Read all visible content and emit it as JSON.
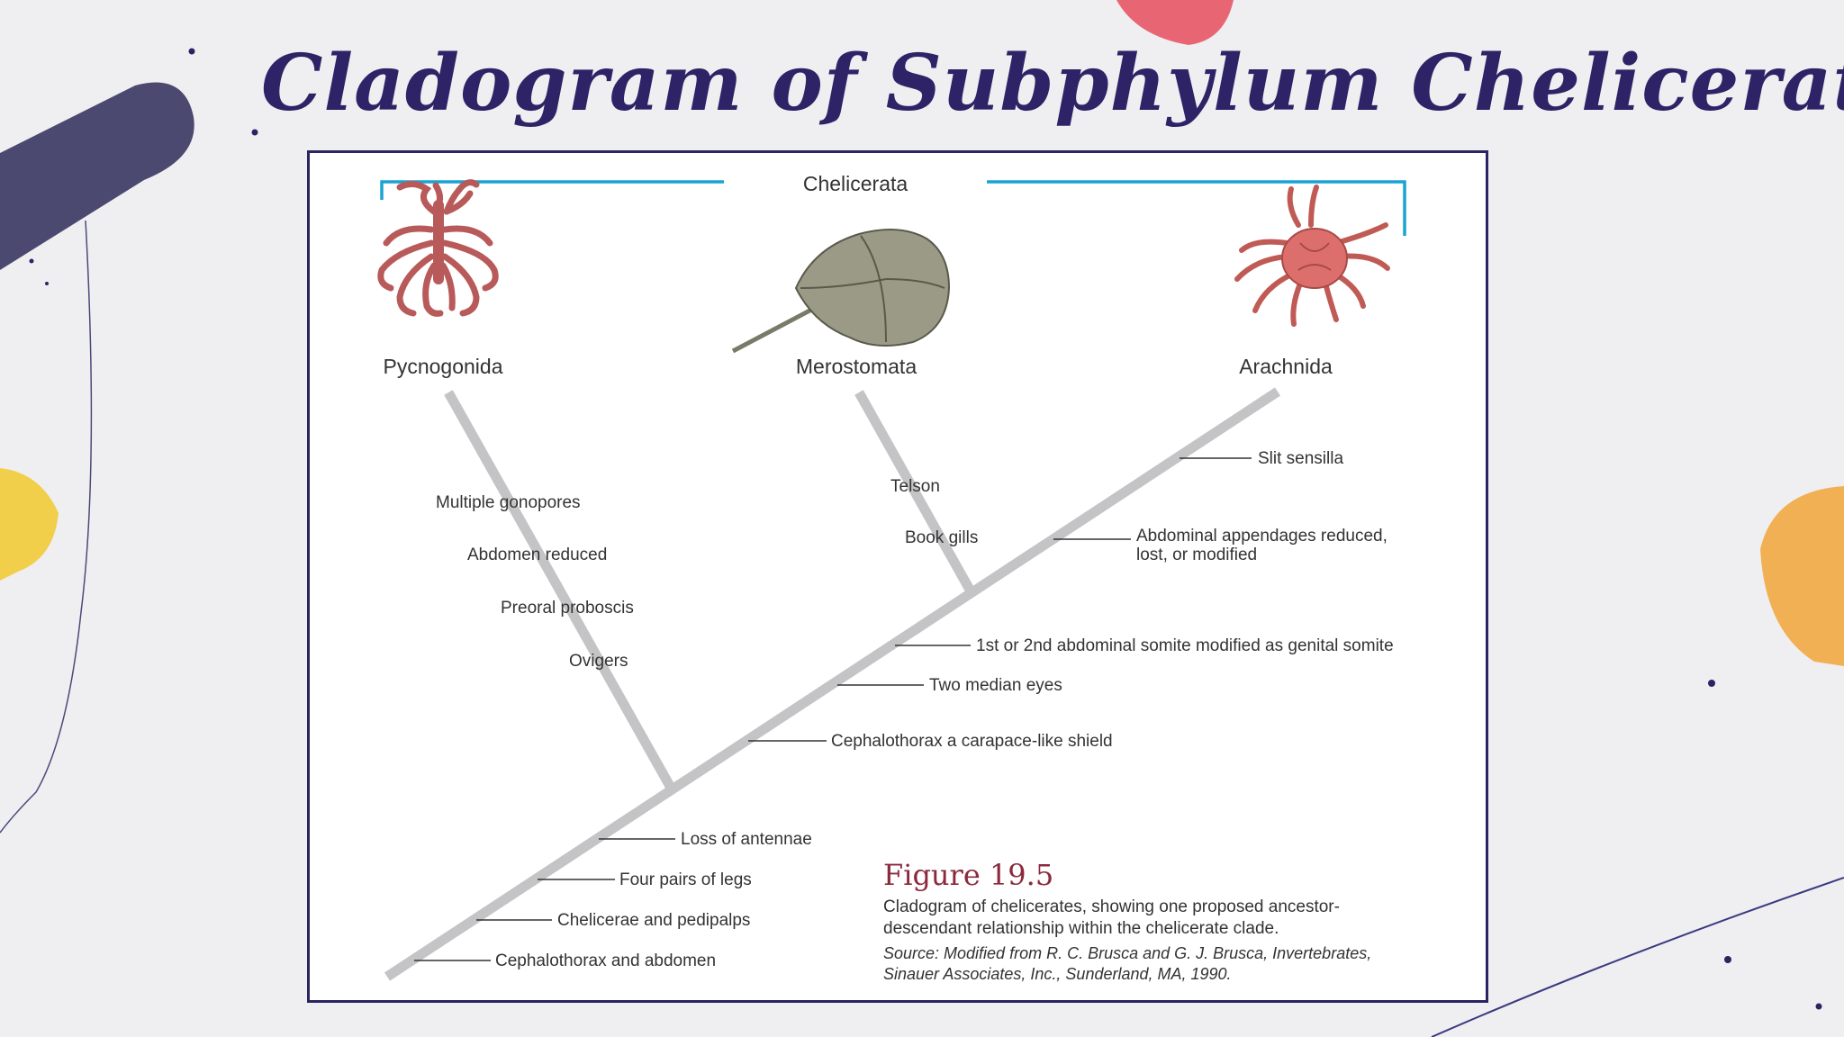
{
  "slide": {
    "title": "Cladogram of Subphylum Chelicerate"
  },
  "cladogram": {
    "clade_label": "Chelicerata",
    "taxa": [
      "Pycnogonida",
      "Merostomata",
      "Arachnida"
    ],
    "pycnogonida_characters": [
      "Multiple gonopores",
      "Abdomen reduced",
      "Preoral proboscis",
      "Ovigers"
    ],
    "merostomata_characters": [
      "Telson",
      "Book gills"
    ],
    "arachnida_characters": [
      "Slit sensilla",
      "Abdominal appendages reduced,",
      "lost, or modified"
    ],
    "trunk_characters": [
      "1st or 2nd abdominal somite modified as genital somite",
      "Two median eyes",
      "Cephalothorax a carapace-like shield",
      "Loss of antennae",
      "Four pairs of legs",
      "Chelicerae and pedipalps",
      "Cephalothorax and abdomen"
    ]
  },
  "caption": {
    "figure_label": "Figure 19.5",
    "description_line1": "Cladogram of chelicerates, showing one proposed ancestor-",
    "description_line2": "descendant relationship within the chelicerate clade.",
    "source_line1": "Source: Modified from R. C. Brusca and G. J. Brusca, Invertebrates,",
    "source_line2": "Sinauer Associates, Inc., Sunderland, MA, 1990."
  },
  "colors": {
    "title": "#2e2366",
    "frame": "#2a2463",
    "bracket": "#1ba3d4",
    "branch": "#c4c4c6",
    "figure_label": "#8b2a3c"
  },
  "icons": [
    "sea-spider-icon",
    "horseshoe-crab-icon",
    "mite-icon"
  ]
}
